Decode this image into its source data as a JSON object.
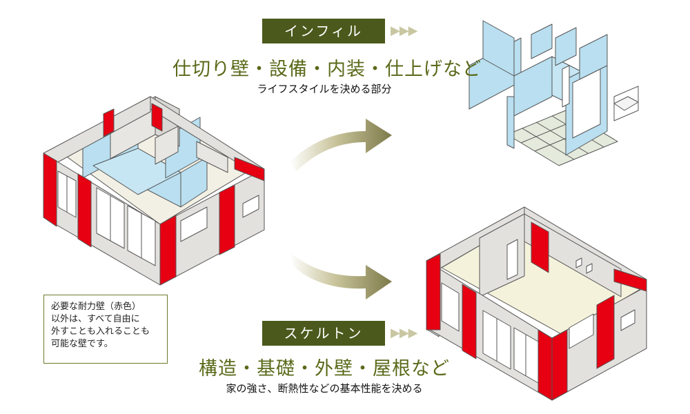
{
  "infill": {
    "tag": "インフィル",
    "heading": "仕切り壁・設備・内装・仕上げなど",
    "sub": "ライフスタイルを決める部分"
  },
  "skeleton": {
    "tag": "スケルトン",
    "heading": "構造・基礎・外壁・屋根など",
    "sub": "家の強さ、断熱性などの基本性能を決める"
  },
  "note": {
    "lines": [
      "必要な耐力壁（赤色）",
      "以外は、すべて自由に",
      "外すことも入れることも",
      "可能な壁です。"
    ]
  },
  "chevrons": "▶▶▶",
  "colors": {
    "accent_dark": "#4b5a1c",
    "heading": "#5a6a1a",
    "bearing_wall": "#e60012",
    "partition": "#b9dff0",
    "exterior": "#e3e1de",
    "arrow": "#8a8557"
  }
}
